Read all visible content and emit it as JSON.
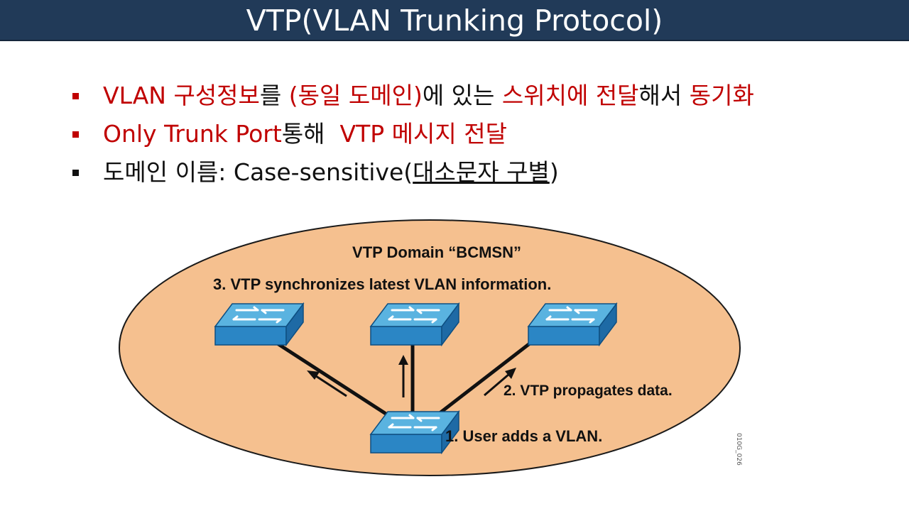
{
  "header": {
    "title": "VTP(VLAN Trunking Protocol)"
  },
  "bullets": [
    {
      "segments": [
        {
          "text": "VLAN 구성정보",
          "color": "red"
        },
        {
          "text": "를 ",
          "color": "dark"
        },
        {
          "text": "(동일 도메인)",
          "color": "red"
        },
        {
          "text": "에 있는 ",
          "color": "dark"
        },
        {
          "text": "스위치에 전달",
          "color": "red"
        },
        {
          "text": "해서 ",
          "color": "dark"
        },
        {
          "text": "동기화",
          "color": "red"
        }
      ]
    },
    {
      "segments": [
        {
          "text": "Only Trunk Port",
          "color": "red"
        },
        {
          "text": "통해  ",
          "color": "dark"
        },
        {
          "text": "VTP 메시지 전달",
          "color": "red"
        }
      ]
    },
    {
      "segments": [
        {
          "text": "도메인 이름: Case-sensitive(",
          "color": "dark"
        },
        {
          "text": "대소문자 구별",
          "color": "dark",
          "underline": true
        },
        {
          "text": ")",
          "color": "dark"
        }
      ]
    }
  ],
  "diagram": {
    "domain_label": "VTP Domain “BCMSN”",
    "step3": "3. VTP synchronizes latest VLAN information.",
    "step2": "2. VTP propagates data.",
    "step1": "1. User adds a VLAN.",
    "figure_id": "010G_026"
  },
  "colors": {
    "header_bg": "#213a58",
    "accent_red": "#c00000",
    "ellipse_fill": "#f5c08f",
    "switch_top": "#5ab3e0",
    "switch_front": "#2b86c5",
    "switch_side": "#1e6aa5"
  }
}
